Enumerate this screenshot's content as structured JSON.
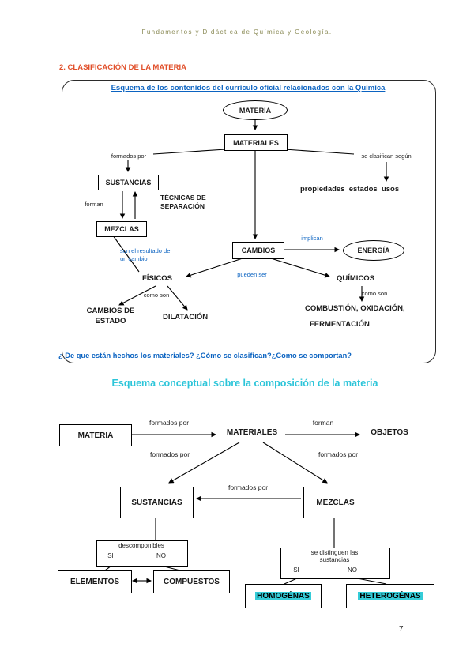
{
  "colors": {
    "header_olive": "#8a8a55",
    "section_red": "#e1502b",
    "link_blue": "#0b63c1",
    "cyan_heading": "#2cc5d9",
    "cyan_highlight": "#35ccd8"
  },
  "page": {
    "header": "Fundamentos y Didáctica de Química y Geología.",
    "section_title": "2. CLASIFICACIÓN DE LA MATERIA",
    "page_number": "7"
  },
  "map1": {
    "title": "Esquema de los contenidos del currículo oficial relacionados con la Química",
    "question": "¿ De que están hechos los materiales? ¿Cómo se clasifican?¿Como se comportan?",
    "nodes": {
      "materia": "MATERIA",
      "materiales": "MATERIALES",
      "sustancias": "SUSTANCIAS",
      "mezclas": "MEZCLAS",
      "cambios": "CAMBIOS",
      "energia": "ENERGÍA",
      "fisicos": "FÍSICOS",
      "quimicos": "QUÍMICOS",
      "dilatacion": "DILATACIÓN",
      "cambios_estado_l1": "CAMBIOS DE",
      "cambios_estado_l2": "ESTADO",
      "combustion": "COMBUSTIÓN, OXIDACIÓN,",
      "fermentacion": "FERMENTACIÓN",
      "tecnicas_l1": "TÉCNICAS DE",
      "tecnicas_l2": "SEPARACIÓN",
      "propiedades": "propiedades  estados  usos"
    },
    "labels": {
      "formados_por": "formados por",
      "se_clasifican": "se clasifican según",
      "forman": "forman",
      "resultado_l1": "son el resultado de",
      "resultado_l2": "un cambio",
      "implican": "implican",
      "pueden_ser": "pueden ser",
      "como_son": "como son"
    }
  },
  "map2": {
    "title": "Esquema conceptual sobre la composición de la materia",
    "nodes": {
      "materia": "MATERIA",
      "materiales": "MATERIALES",
      "objetos": "OBJETOS",
      "sustancias": "SUSTANCIAS",
      "mezclas": "MEZCLAS",
      "elementos": "ELEMENTOS",
      "compuestos": "COMPUESTOS",
      "homogenas": "HOMOGÉNAS",
      "heterogenas": "HETEROGÉNAS"
    },
    "labels": {
      "formados_por": "formados por",
      "forman": "forman",
      "descomponibles": "descomponibles",
      "se_distinguen_l1": "se distinguen las",
      "se_distinguen_l2": "sustancias",
      "si": "SI",
      "no": "NO"
    }
  }
}
